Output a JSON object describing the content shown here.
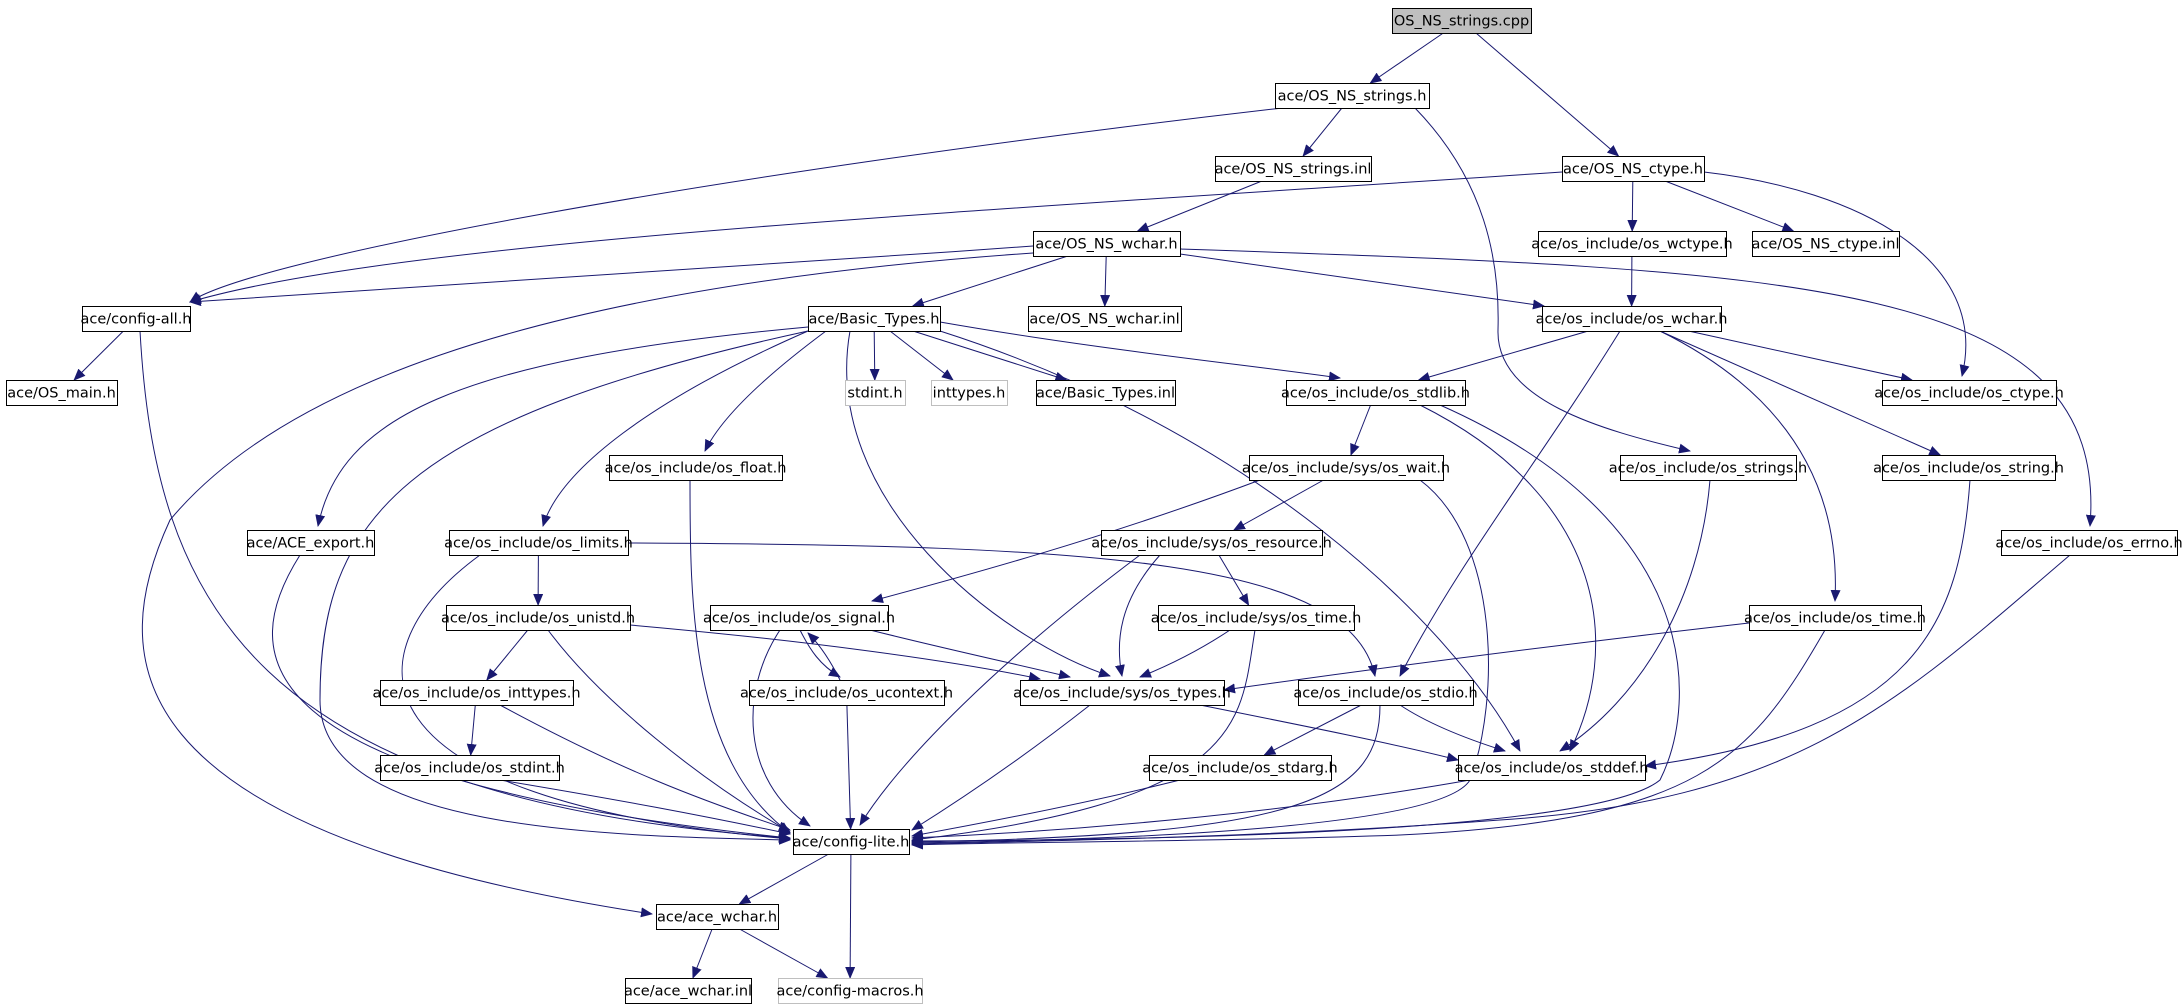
{
  "diagram": {
    "nodes": [
      {
        "id": "root",
        "label": "OS_NS_strings.cpp",
        "style": "root"
      },
      {
        "id": "os_ns_strings_h",
        "label": "ace/OS_NS_strings.h",
        "style": "normal"
      },
      {
        "id": "os_ns_strings_inl",
        "label": "ace/OS_NS_strings.inl",
        "style": "normal"
      },
      {
        "id": "os_ns_ctype_h",
        "label": "ace/OS_NS_ctype.h",
        "style": "normal"
      },
      {
        "id": "os_ns_wchar_h",
        "label": "ace/OS_NS_wchar.h",
        "style": "normal"
      },
      {
        "id": "os_wctype_h",
        "label": "ace/os_include/os_wctype.h",
        "style": "normal"
      },
      {
        "id": "os_ns_ctype_inl",
        "label": "ace/OS_NS_ctype.inl",
        "style": "normal"
      },
      {
        "id": "config_all_h",
        "label": "ace/config-all.h",
        "style": "normal"
      },
      {
        "id": "basic_types_h",
        "label": "ace/Basic_Types.h",
        "style": "normal"
      },
      {
        "id": "os_ns_wchar_inl",
        "label": "ace/OS_NS_wchar.inl",
        "style": "normal"
      },
      {
        "id": "os_wchar_h",
        "label": "ace/os_include/os_wchar.h",
        "style": "normal"
      },
      {
        "id": "os_main_h",
        "label": "ace/OS_main.h",
        "style": "normal"
      },
      {
        "id": "stdint_h",
        "label": "stdint.h",
        "style": "missing"
      },
      {
        "id": "inttypes_h",
        "label": "inttypes.h",
        "style": "missing"
      },
      {
        "id": "basic_types_inl",
        "label": "ace/Basic_Types.inl",
        "style": "normal"
      },
      {
        "id": "os_stdlib_h",
        "label": "ace/os_include/os_stdlib.h",
        "style": "normal"
      },
      {
        "id": "os_ctype_h",
        "label": "ace/os_include/os_ctype.h",
        "style": "normal"
      },
      {
        "id": "os_float_h",
        "label": "ace/os_include/os_float.h",
        "style": "normal"
      },
      {
        "id": "sys_os_wait_h",
        "label": "ace/os_include/sys/os_wait.h",
        "style": "normal"
      },
      {
        "id": "os_strings_h",
        "label": "ace/os_include/os_strings.h",
        "style": "normal"
      },
      {
        "id": "os_string_h",
        "label": "ace/os_include/os_string.h",
        "style": "normal"
      },
      {
        "id": "ace_export_h",
        "label": "ace/ACE_export.h",
        "style": "normal"
      },
      {
        "id": "os_limits_h",
        "label": "ace/os_include/os_limits.h",
        "style": "normal"
      },
      {
        "id": "sys_os_resource_h",
        "label": "ace/os_include/sys/os_resource.h",
        "style": "normal"
      },
      {
        "id": "os_errno_h",
        "label": "ace/os_include/os_errno.h",
        "style": "normal"
      },
      {
        "id": "os_unistd_h",
        "label": "ace/os_include/os_unistd.h",
        "style": "normal"
      },
      {
        "id": "os_signal_h",
        "label": "ace/os_include/os_signal.h",
        "style": "normal"
      },
      {
        "id": "sys_os_time_h",
        "label": "ace/os_include/sys/os_time.h",
        "style": "normal"
      },
      {
        "id": "os_time_h",
        "label": "ace/os_include/os_time.h",
        "style": "normal"
      },
      {
        "id": "os_inttypes_h",
        "label": "ace/os_include/os_inttypes.h",
        "style": "normal"
      },
      {
        "id": "os_ucontext_h",
        "label": "ace/os_include/os_ucontext.h",
        "style": "normal"
      },
      {
        "id": "sys_os_types_h",
        "label": "ace/os_include/sys/os_types.h",
        "style": "normal"
      },
      {
        "id": "os_stdio_h",
        "label": "ace/os_include/os_stdio.h",
        "style": "normal"
      },
      {
        "id": "os_stdint_h",
        "label": "ace/os_include/os_stdint.h",
        "style": "normal"
      },
      {
        "id": "os_stdarg_h",
        "label": "ace/os_include/os_stdarg.h",
        "style": "normal"
      },
      {
        "id": "os_stddef_h",
        "label": "ace/os_include/os_stddef.h",
        "style": "normal"
      },
      {
        "id": "config_lite_h",
        "label": "ace/config-lite.h",
        "style": "normal"
      },
      {
        "id": "ace_wchar_h",
        "label": "ace/ace_wchar.h",
        "style": "normal"
      },
      {
        "id": "ace_wchar_inl",
        "label": "ace/ace_wchar.inl",
        "style": "normal"
      },
      {
        "id": "config_macros_h",
        "label": "ace/config-macros.h",
        "style": "missing"
      }
    ],
    "edges": [
      [
        "root",
        "os_ns_strings_h"
      ],
      [
        "root",
        "os_ns_ctype_h"
      ],
      [
        "os_ns_strings_h",
        "os_ns_strings_inl"
      ],
      [
        "os_ns_strings_h",
        "config_all_h"
      ],
      [
        "os_ns_strings_h",
        "os_strings_h"
      ],
      [
        "os_ns_strings_inl",
        "os_ns_wchar_h"
      ],
      [
        "os_ns_ctype_h",
        "config_all_h"
      ],
      [
        "os_ns_ctype_h",
        "os_wctype_h"
      ],
      [
        "os_ns_ctype_h",
        "os_ns_ctype_inl"
      ],
      [
        "os_ns_ctype_h",
        "os_ctype_h"
      ],
      [
        "os_wctype_h",
        "os_wchar_h"
      ],
      [
        "os_ns_wchar_h",
        "config_all_h"
      ],
      [
        "os_ns_wchar_h",
        "basic_types_h"
      ],
      [
        "os_ns_wchar_h",
        "os_ns_wchar_inl"
      ],
      [
        "os_ns_wchar_h",
        "os_wchar_h"
      ],
      [
        "os_ns_wchar_h",
        "os_errno_h"
      ],
      [
        "os_ns_wchar_h",
        "ace_wchar_h"
      ],
      [
        "config_all_h",
        "os_main_h"
      ],
      [
        "config_all_h",
        "config_lite_h"
      ],
      [
        "basic_types_h",
        "ace_export_h"
      ],
      [
        "basic_types_h",
        "config_lite_h"
      ],
      [
        "basic_types_h",
        "os_limits_h"
      ],
      [
        "basic_types_h",
        "os_float_h"
      ],
      [
        "basic_types_h",
        "stdint_h"
      ],
      [
        "basic_types_h",
        "inttypes_h"
      ],
      [
        "basic_types_h",
        "basic_types_inl"
      ],
      [
        "basic_types_h",
        "os_stdlib_h"
      ],
      [
        "basic_types_h",
        "sys_os_types_h"
      ],
      [
        "basic_types_h",
        "os_stddef_h"
      ],
      [
        "os_wchar_h",
        "os_stdlib_h"
      ],
      [
        "os_wchar_h",
        "os_ctype_h"
      ],
      [
        "os_wchar_h",
        "os_string_h"
      ],
      [
        "os_wchar_h",
        "os_time_h"
      ],
      [
        "os_wchar_h",
        "os_stdio_h"
      ],
      [
        "os_stdlib_h",
        "sys_os_wait_h"
      ],
      [
        "os_stdlib_h",
        "os_stddef_h"
      ],
      [
        "os_stdlib_h",
        "config_lite_h"
      ],
      [
        "sys_os_wait_h",
        "sys_os_resource_h"
      ],
      [
        "sys_os_wait_h",
        "os_signal_h"
      ],
      [
        "sys_os_wait_h",
        "config_lite_h"
      ],
      [
        "os_strings_h",
        "os_stddef_h"
      ],
      [
        "os_string_h",
        "os_stddef_h"
      ],
      [
        "os_float_h",
        "config_lite_h"
      ],
      [
        "ace_export_h",
        "config_lite_h"
      ],
      [
        "os_limits_h",
        "os_unistd_h"
      ],
      [
        "os_limits_h",
        "os_stdio_h"
      ],
      [
        "os_limits_h",
        "config_lite_h"
      ],
      [
        "sys_os_resource_h",
        "sys_os_time_h"
      ],
      [
        "sys_os_resource_h",
        "sys_os_types_h"
      ],
      [
        "sys_os_resource_h",
        "config_lite_h"
      ],
      [
        "os_errno_h",
        "config_lite_h"
      ],
      [
        "os_unistd_h",
        "os_inttypes_h"
      ],
      [
        "os_unistd_h",
        "sys_os_types_h"
      ],
      [
        "os_unistd_h",
        "config_lite_h"
      ],
      [
        "os_signal_h",
        "os_ucontext_h"
      ],
      [
        "os_signal_h",
        "sys_os_types_h"
      ],
      [
        "os_signal_h",
        "config_lite_h"
      ],
      [
        "os_ucontext_h",
        "os_signal_h"
      ],
      [
        "os_ucontext_h",
        "config_lite_h"
      ],
      [
        "sys_os_time_h",
        "sys_os_types_h"
      ],
      [
        "sys_os_time_h",
        "config_lite_h"
      ],
      [
        "os_time_h",
        "sys_os_types_h"
      ],
      [
        "os_time_h",
        "config_lite_h"
      ],
      [
        "os_inttypes_h",
        "os_stdint_h"
      ],
      [
        "os_inttypes_h",
        "config_lite_h"
      ],
      [
        "sys_os_types_h",
        "os_stddef_h"
      ],
      [
        "sys_os_types_h",
        "config_lite_h"
      ],
      [
        "os_stdio_h",
        "os_stdarg_h"
      ],
      [
        "os_stdio_h",
        "os_stddef_h"
      ],
      [
        "os_stdio_h",
        "config_lite_h"
      ],
      [
        "os_stdint_h",
        "config_lite_h"
      ],
      [
        "os_stdarg_h",
        "config_lite_h"
      ],
      [
        "os_stddef_h",
        "config_lite_h"
      ],
      [
        "config_lite_h",
        "ace_wchar_h"
      ],
      [
        "config_lite_h",
        "config_macros_h"
      ],
      [
        "ace_wchar_h",
        "ace_wchar_inl"
      ],
      [
        "ace_wchar_h",
        "config_macros_h"
      ]
    ],
    "colors": {
      "edge": "#191970",
      "node_border": "#000000",
      "missing_border": "#bfbfbf",
      "root_fill": "#bfbfbf",
      "node_fill": "#ffffff",
      "text": "#000000"
    }
  }
}
